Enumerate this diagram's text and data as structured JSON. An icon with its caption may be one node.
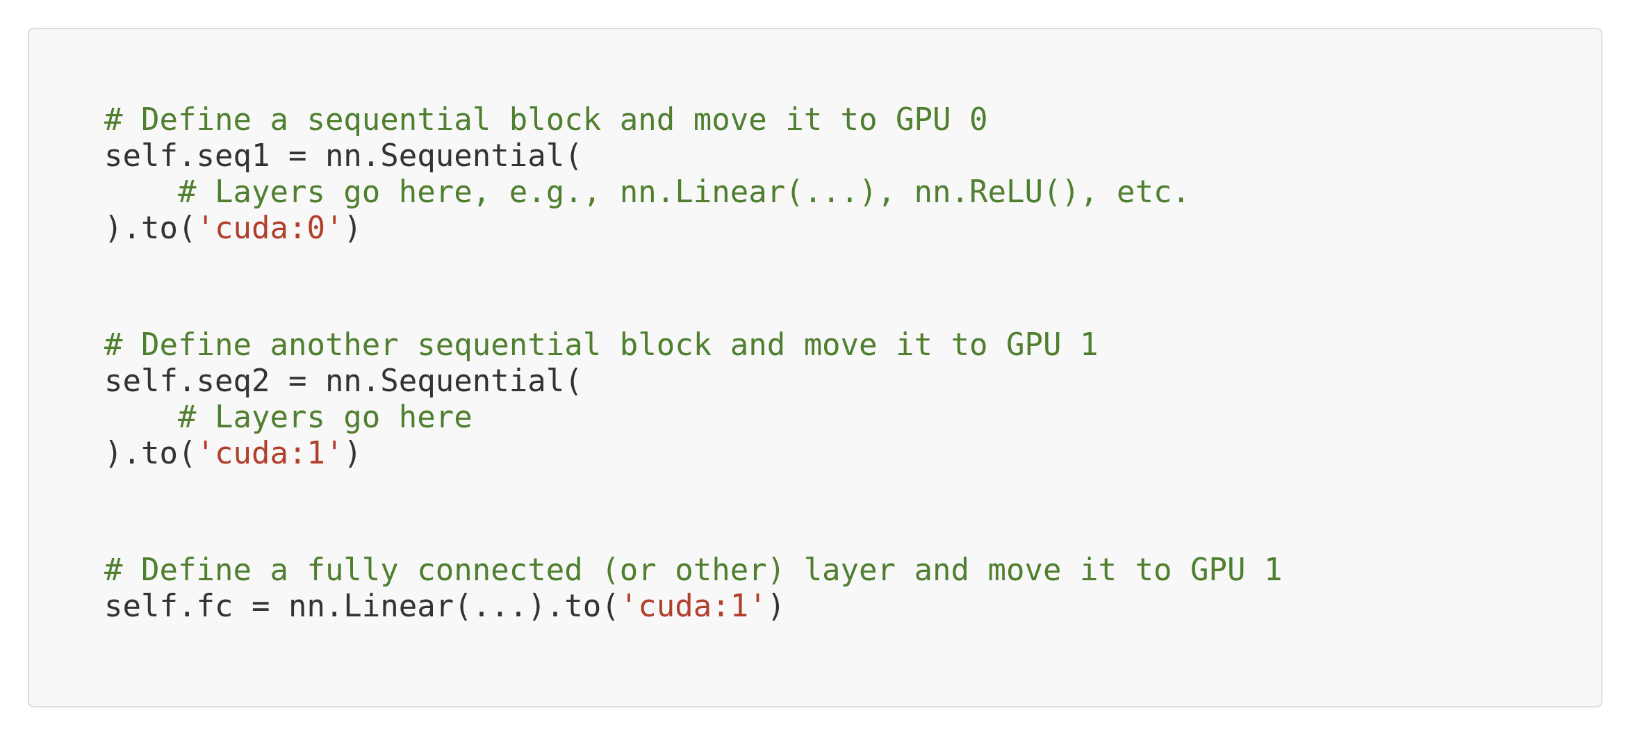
{
  "diagram": {
    "nodes": [
      {
        "text": [
          "# Define a sequential block and move it to GPU 0",
          "self.seq1 = nn.Sequential(",
          "    # Layers go here, e.g., nn.Linear(...), nn.ReLU(), etc.",
          ").to('cuda:0')",
          "# Define another sequential block and move it to GPU 1",
          "self.seq2 = nn.Sequential(",
          "    # Layers go here",
          ").to('cuda:1')",
          "# Define a fully connected (or other) layer and move it to GPU 1",
          "self.fc = nn.Linear(...).to('cuda:1')"
        ]
      }
    ]
  }
}
